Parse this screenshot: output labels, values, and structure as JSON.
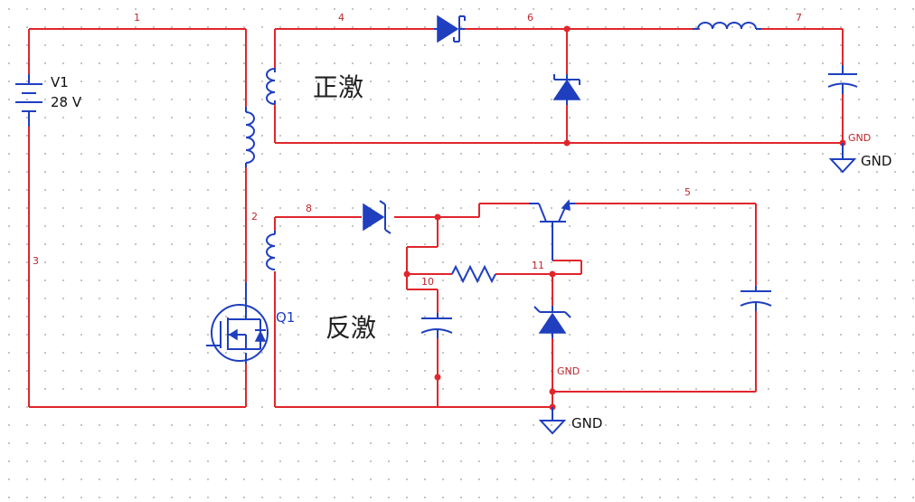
{
  "source": {
    "name": "V1",
    "value": "28 V"
  },
  "transistor": {
    "name": "Q1"
  },
  "sections": {
    "forward": "正激",
    "flyback": "反激"
  },
  "nodes": [
    "1",
    "2",
    "3",
    "4",
    "5",
    "6",
    "7",
    "8",
    "10",
    "11"
  ],
  "ground_labels": {
    "g1": "GND",
    "g1_small": "GND",
    "g2": "GND",
    "g2_small": "GND"
  },
  "colors": {
    "wire": "#e0262c",
    "component": "#1f3fbf"
  }
}
